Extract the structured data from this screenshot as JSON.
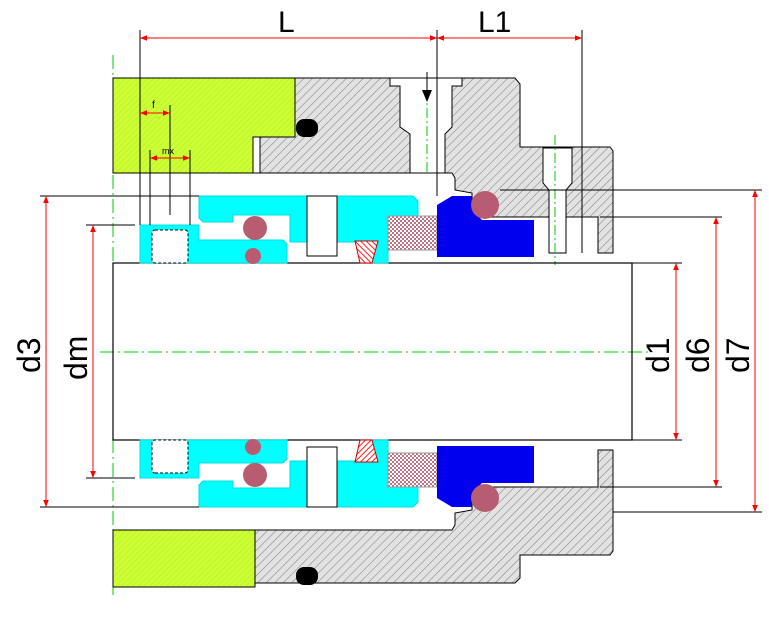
{
  "dimensions": {
    "L": "L",
    "L1": "L1",
    "d3": "d3",
    "dm": "dm",
    "d1": "d1",
    "d6": "d6",
    "d7": "d7",
    "f": "f",
    "mx": "mx"
  },
  "colors": {
    "gland": "#c8c8c8",
    "stationary_housing": "#ccff33",
    "rotating_parts": "#00ffff",
    "seat": "#0000ee",
    "o_ring": "#b85c72",
    "dimension": "#ff0000",
    "centerline": "#00cc00"
  }
}
